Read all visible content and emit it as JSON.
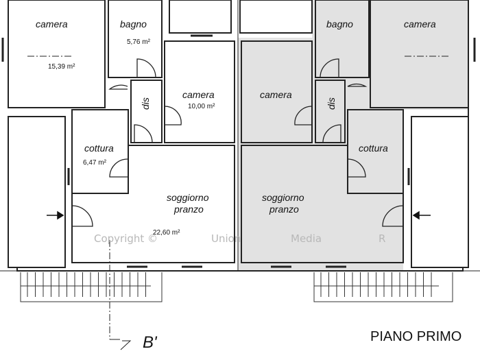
{
  "plan": {
    "title": "PIANO PRIMO",
    "section_marker": "B'",
    "colors": {
      "shaded_unit": "#e2e2e2",
      "walls": "#222222"
    },
    "left_unit": {
      "rooms": [
        {
          "name": "camera",
          "area": "15,39 m²"
        },
        {
          "name": "bagno",
          "area": "5,76 m²"
        },
        {
          "name": "camera",
          "area": "10,00 m²"
        },
        {
          "name": "dis"
        },
        {
          "name": "cottura",
          "area": "6,47 m²"
        },
        {
          "name": "soggiorno",
          "name2": "pranzo",
          "area": "22,60 m²"
        }
      ]
    },
    "right_unit": {
      "rooms": [
        {
          "name": "bagno"
        },
        {
          "name": "camera"
        },
        {
          "name": "camera"
        },
        {
          "name": "dis"
        },
        {
          "name": "cottura"
        },
        {
          "name": "soggiorno",
          "name2": "pranzo"
        }
      ]
    },
    "watermark": [
      "Copyright ©",
      "Union",
      "Media",
      "R"
    ]
  }
}
